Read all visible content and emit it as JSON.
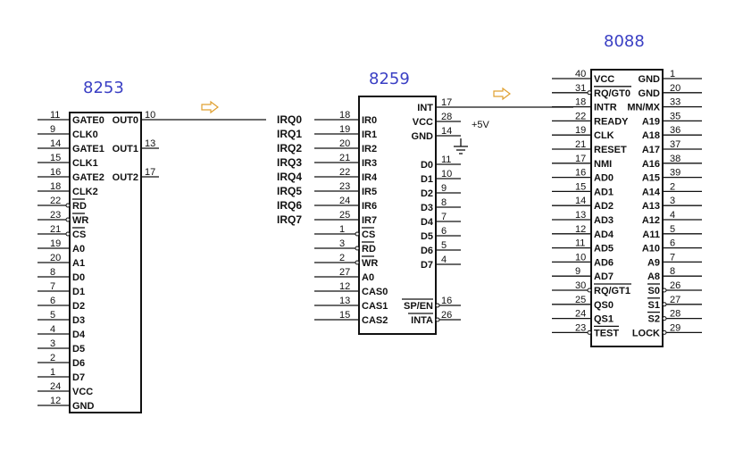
{
  "chips": {
    "c8253": {
      "title": "8253",
      "left": [
        {
          "num": "11",
          "name": "GATE0"
        },
        {
          "num": "9",
          "name": "CLK0"
        },
        {
          "num": "14",
          "name": "GATE1"
        },
        {
          "num": "15",
          "name": "CLK1"
        },
        {
          "num": "16",
          "name": "GATE2"
        },
        {
          "num": "18",
          "name": "CLK2"
        },
        {
          "num": "22",
          "name": "RD"
        },
        {
          "num": "23",
          "name": "WR"
        },
        {
          "num": "21",
          "name": "CS"
        },
        {
          "num": "19",
          "name": "A0"
        },
        {
          "num": "20",
          "name": "A1"
        },
        {
          "num": "8",
          "name": "D0"
        },
        {
          "num": "7",
          "name": "D1"
        },
        {
          "num": "6",
          "name": "D2"
        },
        {
          "num": "5",
          "name": "D3"
        },
        {
          "num": "4",
          "name": "D4"
        },
        {
          "num": "3",
          "name": "D5"
        },
        {
          "num": "2",
          "name": "D6"
        },
        {
          "num": "1",
          "name": "D7"
        },
        {
          "num": "24",
          "name": "VCC"
        },
        {
          "num": "12",
          "name": "GND"
        }
      ],
      "right": [
        {
          "num": "10",
          "name": "OUT0"
        },
        {
          "num": "13",
          "name": "OUT1"
        },
        {
          "num": "17",
          "name": "OUT2"
        }
      ]
    },
    "c8259": {
      "title": "8259",
      "left": [
        {
          "num": "18",
          "name": "IR0",
          "irq": "IRQ0"
        },
        {
          "num": "19",
          "name": "IR1",
          "irq": "IRQ1"
        },
        {
          "num": "20",
          "name": "IR2",
          "irq": "IRQ2"
        },
        {
          "num": "21",
          "name": "IR3",
          "irq": "IRQ3"
        },
        {
          "num": "22",
          "name": "IR4",
          "irq": "IRQ4"
        },
        {
          "num": "23",
          "name": "IR5",
          "irq": "IRQ5"
        },
        {
          "num": "24",
          "name": "IR6",
          "irq": "IRQ6"
        },
        {
          "num": "25",
          "name": "IR7",
          "irq": "IRQ7"
        },
        {
          "num": "1",
          "name": "CS"
        },
        {
          "num": "3",
          "name": "RD"
        },
        {
          "num": "2",
          "name": "WR"
        },
        {
          "num": "27",
          "name": "A0"
        },
        {
          "num": "12",
          "name": "CAS0"
        },
        {
          "num": "13",
          "name": "CAS1"
        },
        {
          "num": "15",
          "name": "CAS2"
        }
      ],
      "right": [
        {
          "num": "17",
          "name": "INT"
        },
        {
          "num": "28",
          "name": "VCC"
        },
        {
          "num": "14",
          "name": "GND"
        },
        {
          "num": "11",
          "name": "D0"
        },
        {
          "num": "10",
          "name": "D1"
        },
        {
          "num": "9",
          "name": "D2"
        },
        {
          "num": "8",
          "name": "D3"
        },
        {
          "num": "7",
          "name": "D4"
        },
        {
          "num": "6",
          "name": "D5"
        },
        {
          "num": "5",
          "name": "D6"
        },
        {
          "num": "4",
          "name": "D7"
        },
        {
          "num": "16",
          "name": "SP/EN"
        },
        {
          "num": "26",
          "name": "INTA"
        }
      ],
      "vcc_label": "+5V"
    },
    "c8088": {
      "title": "8088",
      "left": [
        {
          "num": "40",
          "name": "VCC"
        },
        {
          "num": "31",
          "name": "RQ/GT0"
        },
        {
          "num": "18",
          "name": "INTR"
        },
        {
          "num": "22",
          "name": "READY"
        },
        {
          "num": "19",
          "name": "CLK"
        },
        {
          "num": "21",
          "name": "RESET"
        },
        {
          "num": "17",
          "name": "NMI"
        },
        {
          "num": "16",
          "name": "AD0"
        },
        {
          "num": "15",
          "name": "AD1"
        },
        {
          "num": "14",
          "name": "AD2"
        },
        {
          "num": "13",
          "name": "AD3"
        },
        {
          "num": "12",
          "name": "AD4"
        },
        {
          "num": "11",
          "name": "AD5"
        },
        {
          "num": "10",
          "name": "AD6"
        },
        {
          "num": "9",
          "name": "AD7"
        },
        {
          "num": "30",
          "name": "RQ/GT1"
        },
        {
          "num": "25",
          "name": "QS0"
        },
        {
          "num": "24",
          "name": "QS1"
        },
        {
          "num": "23",
          "name": "TEST"
        }
      ],
      "right": [
        {
          "num": "1",
          "name": "GND"
        },
        {
          "num": "20",
          "name": "GND"
        },
        {
          "num": "33",
          "name": "MN/MX"
        },
        {
          "num": "35",
          "name": "A19"
        },
        {
          "num": "36",
          "name": "A18"
        },
        {
          "num": "37",
          "name": "A17"
        },
        {
          "num": "38",
          "name": "A16"
        },
        {
          "num": "39",
          "name": "A15"
        },
        {
          "num": "2",
          "name": "A14"
        },
        {
          "num": "3",
          "name": "A13"
        },
        {
          "num": "4",
          "name": "A12"
        },
        {
          "num": "5",
          "name": "A11"
        },
        {
          "num": "6",
          "name": "A10"
        },
        {
          "num": "7",
          "name": "A9"
        },
        {
          "num": "8",
          "name": "A8"
        },
        {
          "num": "26",
          "name": "S0"
        },
        {
          "num": "27",
          "name": "S1"
        },
        {
          "num": "28",
          "name": "S2"
        },
        {
          "num": "29",
          "name": "LOCK"
        }
      ]
    }
  },
  "arrows": [
    "arrow-icon",
    "arrow-icon"
  ],
  "colors": {
    "title": "#3a3fc4",
    "line": "#111111",
    "arrow": "#e0a030"
  }
}
